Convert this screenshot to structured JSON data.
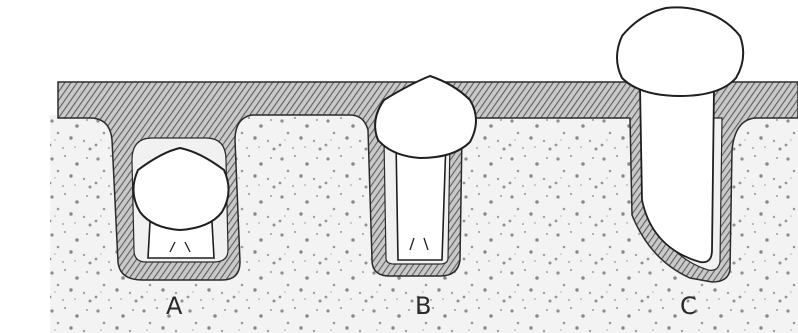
{
  "figure": {
    "labels": {
      "a": "A",
      "b": "B",
      "c": "C"
    },
    "colors": {
      "background": "#ffffff",
      "gum_tissue_hatch": "#6b6b6b",
      "bone_speckle": "#9a9a9a",
      "tooth_fill": "#ffffff",
      "outline": "#1f1f1f"
    }
  }
}
